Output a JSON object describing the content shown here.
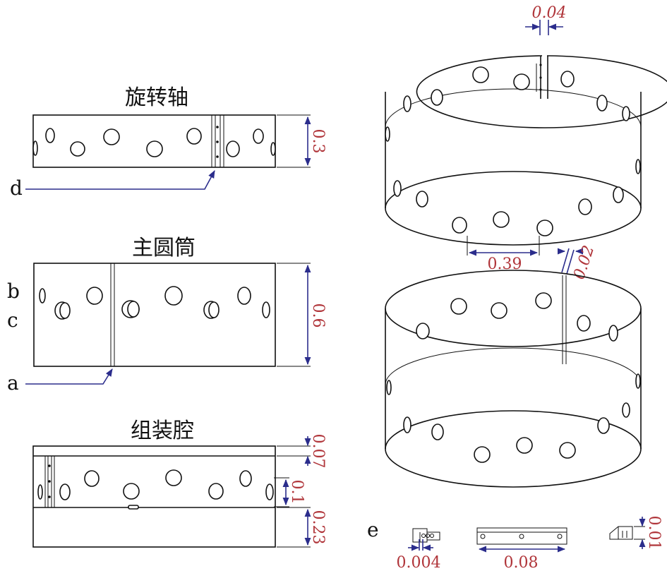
{
  "panels": {
    "rotating_shaft": {
      "title": "旋转轴",
      "height_label": "0.3"
    },
    "main_cylinder": {
      "title": "主圆筒",
      "height_label": "0.6"
    },
    "assembly_chamber": {
      "title": "组装腔",
      "top_label": "0.07",
      "hole_label": "0.1",
      "bottom_label": "0.23"
    }
  },
  "letters": {
    "a": "a",
    "b": "b",
    "c": "c",
    "d": "d",
    "e": "e"
  },
  "ring_labels": {
    "top_gap": "0.04",
    "hole_spacing": "0.39",
    "slit_width": "0.02"
  },
  "part_labels": {
    "left": "0.004",
    "middle": "0.08",
    "right": "0.01"
  },
  "colors": {
    "dimension_line": "#2b2d8c",
    "dimension_text": "#b0353a",
    "outline": "#111111"
  }
}
